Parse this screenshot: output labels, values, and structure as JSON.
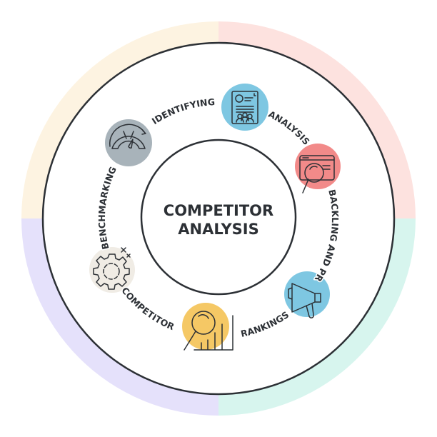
{
  "title": {
    "line1": "COMPETITOR",
    "line2": "ANALYSIS"
  },
  "colors": {
    "quadrant_top_left": "#fdf3e1",
    "quadrant_top_right": "#fde2df",
    "quadrant_bottom_right": "#d7f5ee",
    "quadrant_bottom_left": "#e5e1fb",
    "stroke": "#2c3035"
  },
  "steps": [
    {
      "label": "IDENTIFYING",
      "icon": "gauge-icon",
      "color": "#a8b3ba"
    },
    {
      "label": "ANALYSIS",
      "icon": "document-profile-icon",
      "color": "#7ec7e2"
    },
    {
      "label": "BACKLING AND PR",
      "icon": "browser-search-icon",
      "color": "#f28a89"
    },
    {
      "label": "RANKINGS",
      "icon": "megaphone-icon",
      "color": "#7ec7e2"
    },
    {
      "label": "COMPETITOR",
      "icon": "search-chart-icon",
      "color": "#f5c865"
    },
    {
      "label": "BENCHMARKING",
      "icon": "gear-icon",
      "color": "#f0ece5"
    }
  ]
}
